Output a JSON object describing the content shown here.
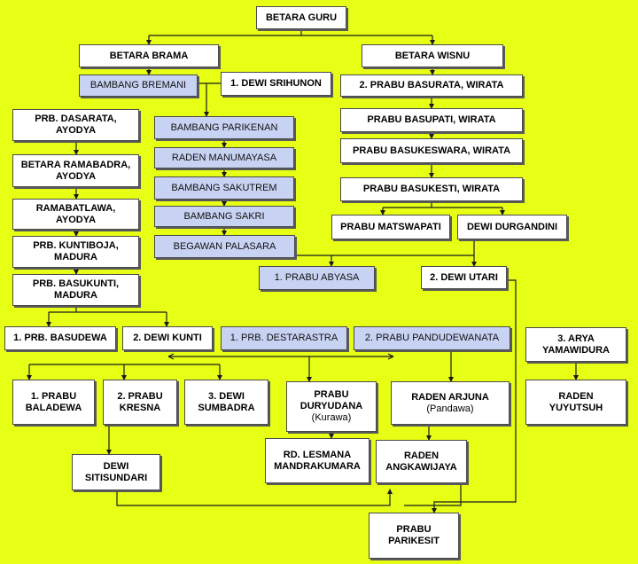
{
  "colors": {
    "background": "#e6ff14",
    "box_plain": "#ffffff",
    "box_highlight": "#c8d2f2",
    "line": "#1a1a1a"
  },
  "nodes": {
    "betara_guru": [
      "BETARA GURU"
    ],
    "betara_brama": [
      "BETARA BRAMA"
    ],
    "betara_wisnu": [
      "BETARA WISNU"
    ],
    "bambang_bremani": [
      "BAMBANG BREMANI"
    ],
    "dewi_srihunon": [
      "1. DEWI SRIHUNON"
    ],
    "prabu_basurata": [
      "2. PRABU BASURATA, WIRATA"
    ],
    "prb_dasarata": [
      "PRB. DASARATA,",
      "AYODYA"
    ],
    "bambang_parikenan": [
      "BAMBANG PARIKENAN"
    ],
    "prabu_basupati": [
      "PRABU BASUPATI, WIRATA"
    ],
    "betara_ramabadra": [
      "BETARA RAMABADRA,",
      "AYODYA"
    ],
    "raden_manumayasa": [
      "RADEN MANUMAYASA"
    ],
    "prabu_basukeswara": [
      "PRABU BASUKESWARA, WIRATA"
    ],
    "bambang_sakutrem": [
      "BAMBANG SAKUTREM"
    ],
    "prabu_basukesti": [
      "PRABU BASUKESTI, WIRATA"
    ],
    "ramabatlawa": [
      "RAMABATLAWA,",
      "AYODYA"
    ],
    "bambang_sakri": [
      "BAMBANG SAKRI"
    ],
    "prabu_matswapati": [
      "PRABU MATSWAPATI"
    ],
    "dewi_durgandini": [
      "DEWI DURGANDINI"
    ],
    "prb_kuntiboja": [
      "PRB. KUNTIBOJA,",
      "MADURA"
    ],
    "begawan_palasara": [
      "BEGAWAN PALASARA"
    ],
    "prabu_abyasa": [
      "1. PRABU ABYASA"
    ],
    "dewi_utari": [
      "2. DEWI UTARI"
    ],
    "prb_basukunti": [
      "PRB. BASUKUNTI,",
      "MADURA"
    ],
    "prb_basudewa": [
      "1. PRB. BASUDEWA"
    ],
    "dewi_kunti": [
      "2. DEWI KUNTI"
    ],
    "prb_destarastra": [
      "1. PRB. DESTARASTRA"
    ],
    "prabu_pandudewanata": [
      "2. PRABU PANDUDEWANATA"
    ],
    "arya_yamawidura": [
      "3. ARYA",
      "YAMAWIDURA"
    ],
    "prabu_baladewa": [
      "1. PRABU",
      "BALADEWA"
    ],
    "prabu_kresna": [
      "2. PRABU",
      "KRESNA"
    ],
    "dewi_sumbadra": [
      "3. DEWI",
      "SUMBADRA"
    ],
    "prabu_duryudana": [
      "PRABU",
      "DURYUDANA",
      "(Kurawa)"
    ],
    "raden_arjuna": [
      "RADEN ARJUNA",
      "(Pandawa)"
    ],
    "raden_yuyutsuh": [
      "RADEN",
      "YUYUTSUH"
    ],
    "rd_lesmana": [
      "RD. LESMANA",
      "MANDRAKUMARA"
    ],
    "raden_angkawijaya": [
      "RADEN",
      "ANGKAWIJAYA"
    ],
    "dewi_sitisundari": [
      "DEWI",
      "SITISUNDARI"
    ],
    "prabu_parikesit": [
      "PRABU",
      "PARIKESIT"
    ]
  }
}
